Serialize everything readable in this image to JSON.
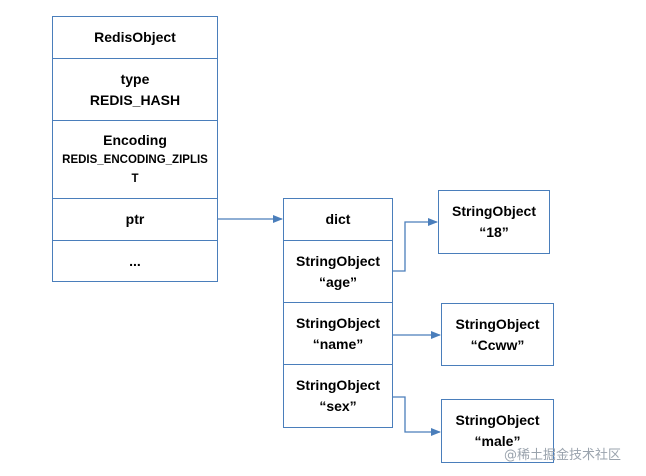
{
  "redis_object": {
    "header": "RedisObject",
    "type_label": "type",
    "type_value": "REDIS_HASH",
    "encoding_label": "Encoding",
    "encoding_value_line1": "REDIS_ENCODING_ZIPLIS",
    "encoding_value_line2": "T",
    "ptr_label": "ptr",
    "ellipsis": "..."
  },
  "ziplist": {
    "header": "dict",
    "entries": [
      {
        "line1": "StringObject",
        "line2": "“age”"
      },
      {
        "line1": "StringObject",
        "line2": "“name”"
      },
      {
        "line1": "StringObject",
        "line2": "“sex”"
      }
    ]
  },
  "values": [
    {
      "line1": "StringObject",
      "line2": "“18”"
    },
    {
      "line1": "StringObject",
      "line2": "“Ccww”"
    },
    {
      "line1": "StringObject",
      "line2": "“male”"
    }
  ],
  "watermark": "@稀土掘金技术社区",
  "colors": {
    "border": "#4a7ebb",
    "arrow": "#4a7ebb"
  }
}
